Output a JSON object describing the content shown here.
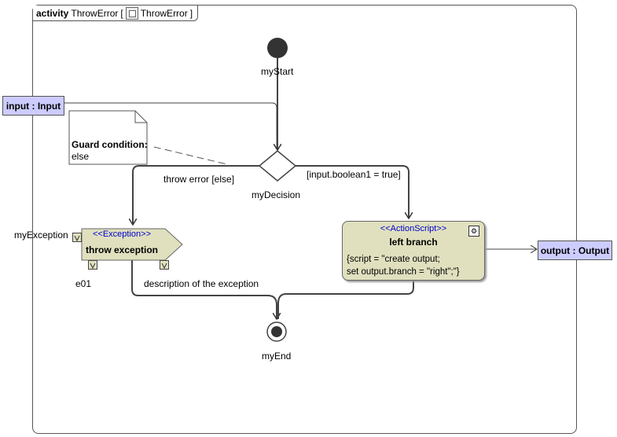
{
  "frame": {
    "keyword": "activity",
    "name": "ThrowError",
    "tab_suffix": "ThrowError"
  },
  "parameters": {
    "input": "input : Input",
    "output": "output : Output"
  },
  "nodes": {
    "start": "myStart",
    "decision": "myDecision",
    "end": "myEnd"
  },
  "note": {
    "title": "Guard condition:",
    "body": "else"
  },
  "flows": {
    "else_guard": "throw error [else]",
    "true_guard": "[input.boolean1 = true]",
    "exception_description": "description of the exception"
  },
  "exception_action": {
    "stereotype": "<<Exception>>",
    "title": "throw exception",
    "input_pin_label": "myException",
    "output_pin_label": "e01"
  },
  "script_action": {
    "stereotype": "<<ActionScript>>",
    "title": "left branch",
    "body_line1": "{script = \"create output;",
    "body_line2": "set output.branch = \"right\";\"}"
  },
  "colors": {
    "parameter_fill": "#ccccff",
    "action_fill": "#e0e0bf",
    "stereotype": "#0000cc"
  }
}
